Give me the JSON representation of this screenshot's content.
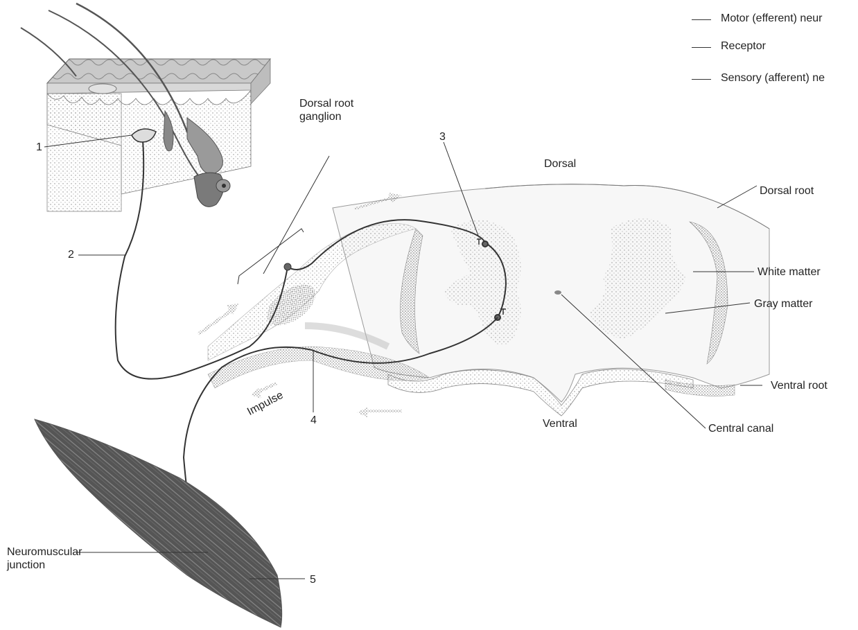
{
  "key": [
    "Motor (efferent) neur",
    "Receptor",
    "Sensory (afferent) ne"
  ],
  "labels": {
    "dorsal_root_ganglion": "Dorsal root ganglion",
    "dorsal": "Dorsal",
    "ventral": "Ventral",
    "dorsal_root": "Dorsal root",
    "white_matter": "White matter",
    "gray_matter": "Gray matter",
    "ventral_root": "Ventral root",
    "central_canal": "Central canal",
    "neuromuscular_junction": "Neuromuscular junction",
    "impulse": "Impulse"
  },
  "numbers": [
    "1",
    "2",
    "3",
    "4",
    "5"
  ]
}
